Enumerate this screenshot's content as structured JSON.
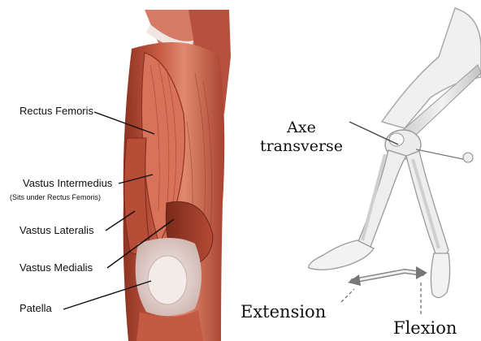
{
  "left_panel": {
    "labels": {
      "rectus_femoris": "Rectus Femoris",
      "vastus_intermedius": "Vastus Intermedius",
      "vastus_intermedius_note": "(Sits under Rectus Femoris)",
      "vastus_lateralis": "Vastus Lateralis",
      "vastus_medialis": "Vastus Medialis",
      "patella": "Patella"
    }
  },
  "right_panel": {
    "labels": {
      "axe_line1": "Axe",
      "axe_line2": "transverse",
      "extension": "Extension",
      "flexion": "Flexion"
    }
  },
  "colors": {
    "muscle": "#c65a44",
    "muscle_dark": "#8e3322",
    "muscle_light": "#e08a70",
    "tendon": "#e8dcd8",
    "bone": "#e4e4e4",
    "bone_outline": "#9a9a9a"
  }
}
